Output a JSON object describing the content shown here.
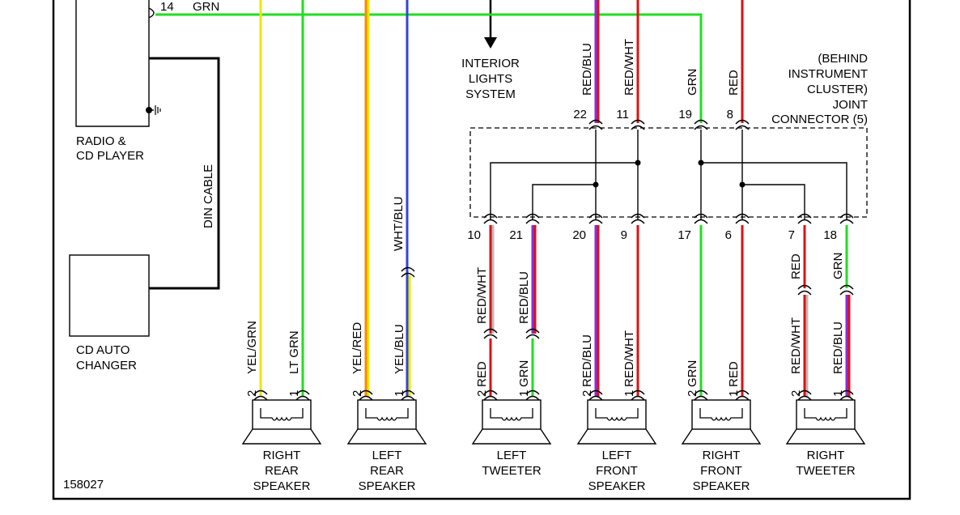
{
  "diagram_id": "158027",
  "colors": {
    "grn": "#22dd22",
    "red": "#dd1111",
    "yel": "#e8e800",
    "blu": "#3344dd",
    "wht": "#bbbbbb",
    "purple": "#8a2be2",
    "orange": "#ff8800",
    "black": "#000000"
  },
  "components": {
    "radio": [
      "RADIO &",
      "CD PLAYER"
    ],
    "cd_changer": [
      "CD AUTO",
      "CHANGER"
    ],
    "din_cable": "DIN CABLE",
    "interior_lights": [
      "INTERIOR",
      "LIGHTS",
      "SYSTEM"
    ],
    "joint_connector": [
      "(BEHIND",
      "INSTRUMENT",
      "CLUSTER)",
      "JOINT",
      "CONNECTOR (5)"
    ]
  },
  "radio_pin": {
    "pin": "14",
    "wire": "GRN"
  },
  "top_wires": [
    {
      "label": "RED/BLU",
      "pin": "22"
    },
    {
      "label": "RED/WHT",
      "pin": "11"
    },
    {
      "label": "GRN",
      "pin": "19"
    },
    {
      "label": "RED",
      "pin": "8"
    }
  ],
  "joint_bottom_pins": [
    "10",
    "21",
    "20",
    "9",
    "17",
    "6",
    "7",
    "18"
  ],
  "mid_wire_labels": {
    "wht_blu": "WHT/BLU",
    "lt_red_wht": "RED/WHT",
    "lt_red_blu": "RED/BLU",
    "rt_red": "RED",
    "rt_grn": "GRN"
  },
  "speakers": [
    {
      "name": [
        "RIGHT",
        "REAR",
        "SPEAKER"
      ],
      "p2": "2",
      "p1": "1",
      "w2": "YEL/GRN",
      "w1": "LT GRN"
    },
    {
      "name": [
        "LEFT",
        "REAR",
        "SPEAKER"
      ],
      "p2": "2",
      "p1": "1",
      "w2": "YEL/RED",
      "w1": "YEL/BLU"
    },
    {
      "name": [
        "LEFT",
        "TWEETER"
      ],
      "p2": "2",
      "p1": "1",
      "w2": "RED",
      "w1": "GRN"
    },
    {
      "name": [
        "LEFT",
        "FRONT",
        "SPEAKER"
      ],
      "p2": "2",
      "p1": "1",
      "w2": "RED/BLU",
      "w1": "RED/WHT"
    },
    {
      "name": [
        "RIGHT",
        "FRONT",
        "SPEAKER"
      ],
      "p2": "2",
      "p1": "1",
      "w2": "GRN",
      "w1": "RED"
    },
    {
      "name": [
        "RIGHT",
        "TWEETER"
      ],
      "p2": "2",
      "p1": "1",
      "w2": "RED/WHT",
      "w1": "RED/BLU"
    }
  ]
}
